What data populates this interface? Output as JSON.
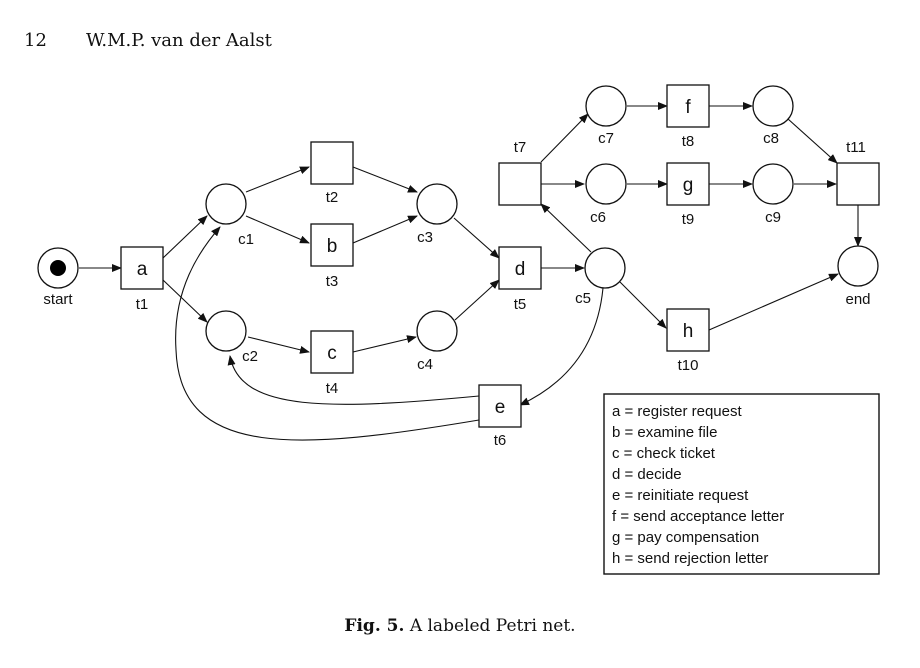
{
  "header": {
    "page_number": "12",
    "author": "W.M.P. van der Aalst"
  },
  "places": [
    {
      "id": "start",
      "label": "start",
      "token": true
    },
    {
      "id": "c1",
      "label": "c1"
    },
    {
      "id": "c2",
      "label": "c2"
    },
    {
      "id": "c3",
      "label": "c3"
    },
    {
      "id": "c4",
      "label": "c4"
    },
    {
      "id": "c5",
      "label": "c5"
    },
    {
      "id": "c6",
      "label": "c6"
    },
    {
      "id": "c7",
      "label": "c7"
    },
    {
      "id": "c8",
      "label": "c8"
    },
    {
      "id": "c9",
      "label": "c9"
    },
    {
      "id": "end",
      "label": "end"
    }
  ],
  "transitions": [
    {
      "id": "t1",
      "label": "t1",
      "text": "a"
    },
    {
      "id": "t2",
      "label": "t2",
      "text": ""
    },
    {
      "id": "t3",
      "label": "t3",
      "text": "b"
    },
    {
      "id": "t4",
      "label": "t4",
      "text": "c"
    },
    {
      "id": "t5",
      "label": "t5",
      "text": "d"
    },
    {
      "id": "t6",
      "label": "t6",
      "text": "e"
    },
    {
      "id": "t7",
      "label": "t7",
      "text": ""
    },
    {
      "id": "t8",
      "label": "t8",
      "text": "f"
    },
    {
      "id": "t9",
      "label": "t9",
      "text": "g"
    },
    {
      "id": "t10",
      "label": "t10",
      "text": "h"
    },
    {
      "id": "t11",
      "label": "t11",
      "text": ""
    }
  ],
  "legend": [
    "a = register request",
    "b = examine file",
    "c = check ticket",
    "d = decide",
    "e = reinitiate request",
    "f = send acceptance letter",
    "g = pay compensation",
    "h = send rejection letter"
  ],
  "caption": {
    "label": "Fig. 5.",
    "text": "A labeled Petri net."
  }
}
